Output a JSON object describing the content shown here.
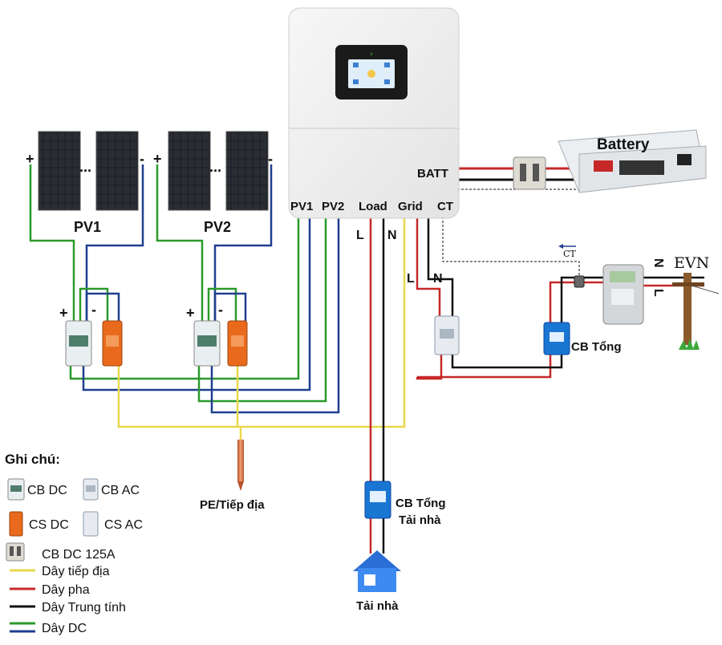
{
  "inverter": {
    "ports": {
      "pv1": "PV1",
      "pv2": "PV2",
      "load": "Load",
      "grid": "Grid",
      "ct": "CT",
      "batt": "BATT"
    }
  },
  "battery": {
    "label": "Battery"
  },
  "pv_strings": {
    "pv1": {
      "label": "PV1",
      "plus": "+",
      "minus": "-",
      "ellipsis": "..."
    },
    "pv2": {
      "label": "PV2",
      "plus": "+",
      "minus": "-",
      "ellipsis": "..."
    }
  },
  "dc_protection": {
    "plus": "+",
    "minus": "-"
  },
  "conductors": {
    "load_l": "L",
    "load_n": "N",
    "grid_l": "L",
    "grid_n": "N"
  },
  "grid_side": {
    "ct_label": "CT",
    "main_cb": "CB Tổng",
    "evn": "EVN",
    "n": "N",
    "l": "L"
  },
  "ground": {
    "label": "PE/Tiếp địa"
  },
  "house": {
    "cb_line1": "CB Tổng",
    "cb_line2": "Tải nhà",
    "label": "Tải nhà"
  },
  "legend": {
    "title": "Ghi chú:",
    "cb_dc": "CB DC",
    "cb_ac": "CB AC",
    "cs_dc": "CS DC",
    "cs_ac": "CS AC",
    "cb_dc_125": "CB DC 125A",
    "earth": "Dây tiếp địa",
    "phase": "Dây pha",
    "neutral": "Dây Trung tính",
    "dc": "Dây DC"
  },
  "colors": {
    "dc_pos": "#2a9a2a",
    "dc_neg": "#1f3f8f",
    "phase": "#c62828",
    "neutral": "#111111",
    "earth": "#e8d84a",
    "breaker_blue": "#1976d2",
    "surge_orange": "#e96a1d"
  }
}
